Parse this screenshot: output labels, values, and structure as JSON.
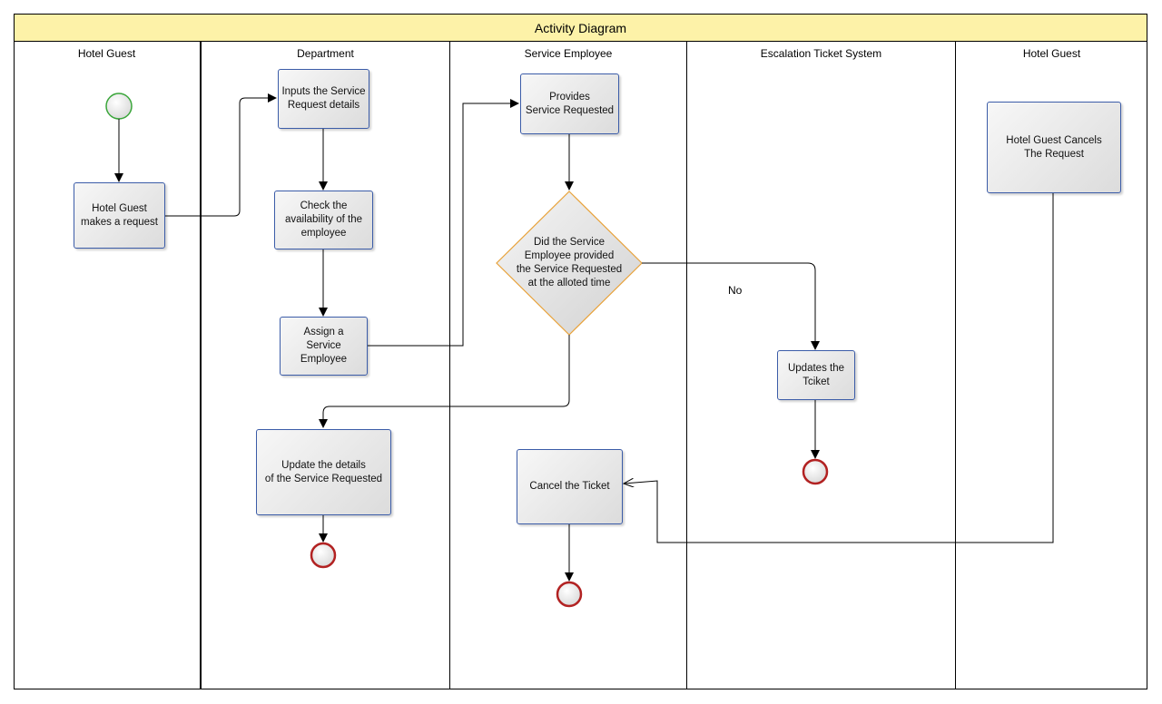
{
  "diagram": {
    "title": "Activity Diagram"
  },
  "lanes": [
    {
      "label": "Hotel Guest"
    },
    {
      "label": "Department"
    },
    {
      "label": "Service Employee"
    },
    {
      "label": "Escalation Ticket System"
    },
    {
      "label": "Hotel Guest"
    }
  ],
  "nodes": {
    "make_request": "Hotel Guest\nmakes a request",
    "inputs_request": "Inputs the Service\nRequest details",
    "check_availability": "Check the\navailability of the\nemployee",
    "assign_employee": "Assign a\nService Employee",
    "update_details": "Update the details\nof the Service Requested",
    "provides_service": "Provides\nService Requested",
    "decision": "Did the Service\nEmployee provided\nthe Service Requested\nat the alloted time",
    "cancel_ticket": "Cancel the Ticket",
    "updates_ticket": "Updates the\nTciket",
    "guest_cancels": "Hotel Guest Cancels\nThe Request"
  },
  "edge_labels": {
    "no": "No"
  },
  "colors": {
    "title_fill": "#fdf2a8",
    "start_stroke": "#3aa63a",
    "end_stroke": "#b22222",
    "node_border": "#3b5ca8",
    "decision_border": "#e8a23a"
  }
}
